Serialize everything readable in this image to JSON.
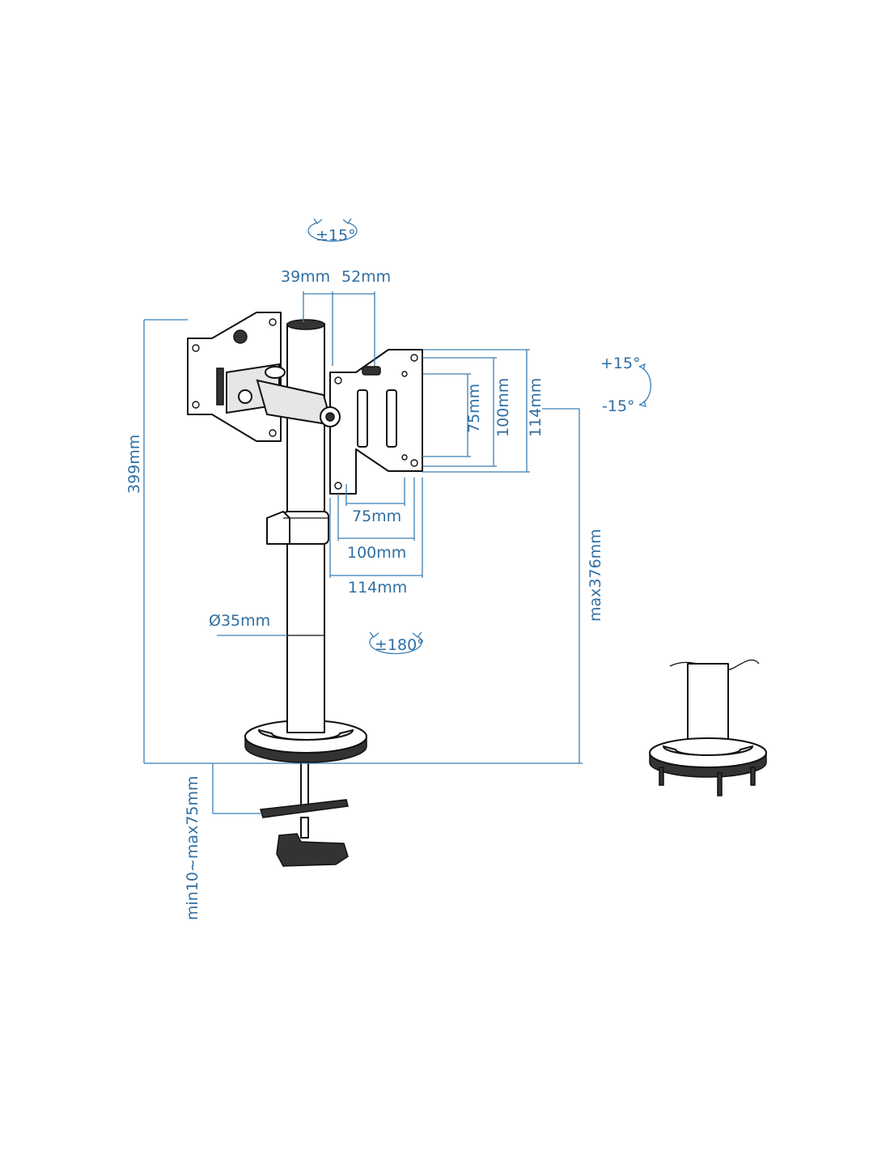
{
  "colors": {
    "dimension": "#2f6ea3",
    "line": "#111111",
    "background": "#ffffff"
  },
  "labels": {
    "tilt": "±15°",
    "offset_left": "39mm",
    "offset_right": "52mm",
    "swivel_plus": "+15°",
    "swivel_minus": "-15°",
    "vesa_v75": "75mm",
    "vesa_v100": "100mm",
    "plate_v114": "114mm",
    "total_height": "399mm",
    "vesa_h75": "75mm",
    "vesa_h100": "100mm",
    "plate_h114": "114mm",
    "max_height": "max376mm",
    "pole_diameter": "Ø35mm",
    "rotation": "±180°",
    "desk_thickness": "min10~max75mm"
  }
}
